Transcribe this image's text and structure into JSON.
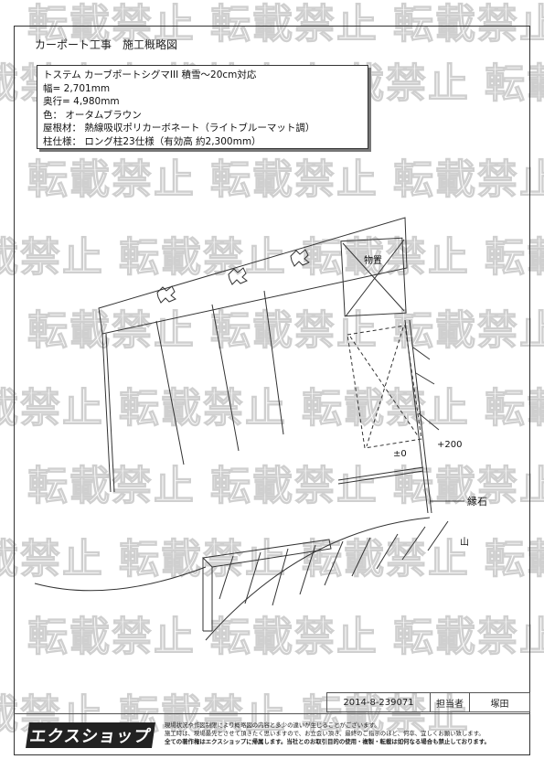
{
  "watermark": "転載禁止",
  "document": {
    "title": "カーポート工事　施工概略図"
  },
  "spec": {
    "lines": [
      "トステム カーブポートシグマIII 積雪～20cm対応",
      "幅= 2,701mm",
      "奥行= 4,980mm",
      "色： オータムブラウン",
      "屋根材： 熱線吸収ポリカーボネート（ライトブルーマット調）",
      "柱仕様： ロング柱23仕様（有効高 約2,300mm）"
    ]
  },
  "drawing": {
    "storage_label": "物置",
    "level_zero": "±0",
    "level_plus": "+200",
    "curb_label": "縁石",
    "mountain_label": "山"
  },
  "info": {
    "doc_number": "2014-8-239071",
    "person_label": "担当者",
    "person_name": "塚田"
  },
  "footer": {
    "logo": "エクスショップ",
    "lines": [
      "現場状況や作図制限により概略図の内容と多少の違いが生じることがございます。",
      "施工時は、現場最先とさせて頂きたく思いますので、お立会い頂き、最終のご指示のほど、何卒、宜しくお願い致します。",
      "全ての著作権はエクスショップに帰属します。当社とのお取引目的の使用・複製・転載は如何なる場合も禁止しております。"
    ]
  }
}
